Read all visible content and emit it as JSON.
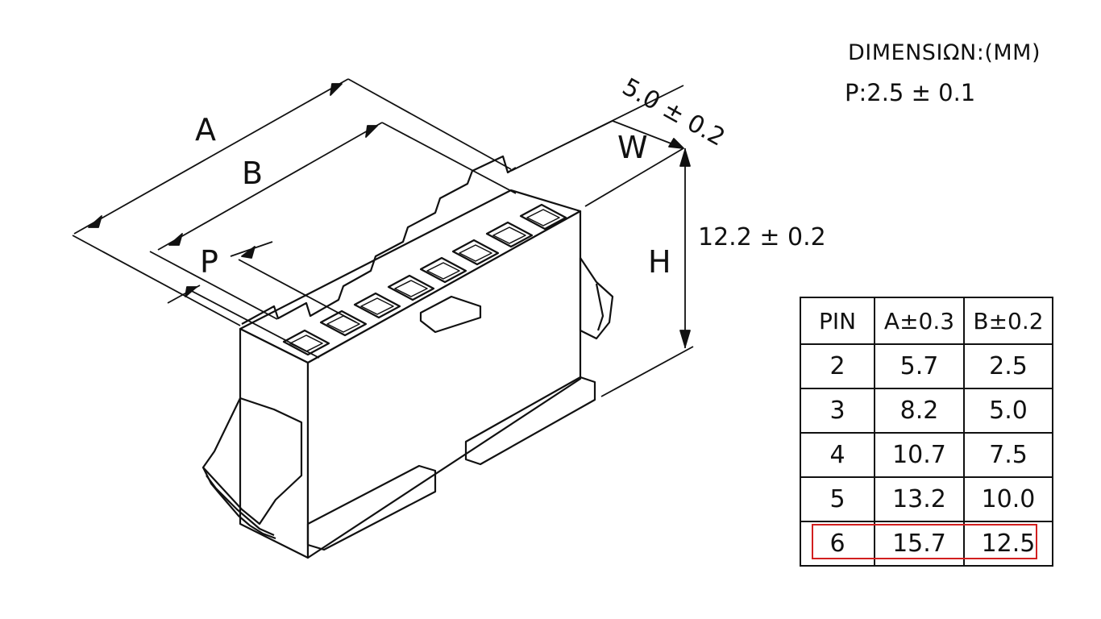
{
  "header": {
    "dimension_unit": "DIMENSIΩN:(MM)",
    "pitch": "P:2.5 ± 0.1"
  },
  "labels": {
    "a": "A",
    "b": "B",
    "p": "P",
    "w": "W",
    "h": "H",
    "width_dim": "5.0 ± 0.2",
    "height_dim": "12.2 ± 0.2"
  },
  "table": {
    "headers": [
      "PIN",
      "A±0.3",
      "B±0.2"
    ],
    "rows": [
      [
        "2",
        "5.7",
        "2.5"
      ],
      [
        "3",
        "8.2",
        "5.0"
      ],
      [
        "4",
        "10.7",
        "7.5"
      ],
      [
        "5",
        "13.2",
        "10.0"
      ],
      [
        "6",
        "15.7",
        "12.5"
      ]
    ]
  },
  "colors": {
    "line": "#111111",
    "highlight": "#d21f1f"
  }
}
